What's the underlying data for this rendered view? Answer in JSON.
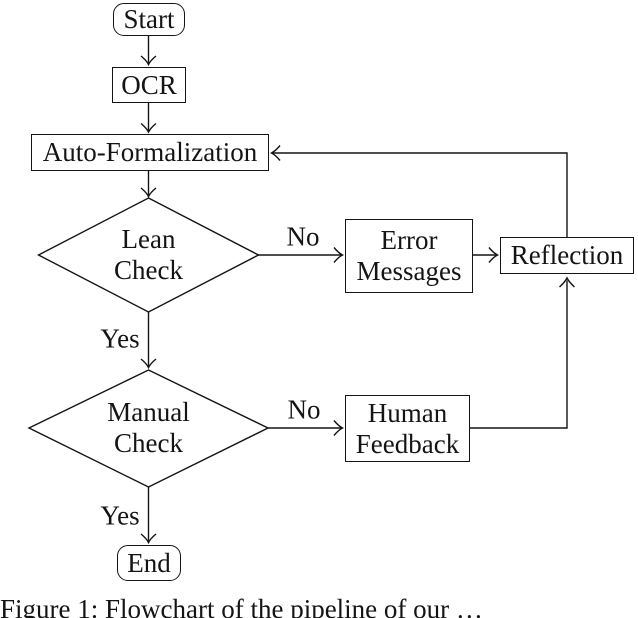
{
  "figure": {
    "type": "flowchart",
    "caption": "Figure 1:  Flowchart of the pipeline of our …"
  },
  "nodes": {
    "start": {
      "label": "Start",
      "shape": "rounded-rect"
    },
    "ocr": {
      "label": "OCR",
      "shape": "rect"
    },
    "autoformalization": {
      "label": "Auto-Formalization",
      "shape": "rect"
    },
    "lean_check": {
      "label": "Lean\nCheck",
      "shape": "diamond"
    },
    "error_messages": {
      "label": "Error\nMessages",
      "shape": "rect"
    },
    "reflection": {
      "label": "Reflection",
      "shape": "rect"
    },
    "manual_check": {
      "label": "Manual\nCheck",
      "shape": "diamond"
    },
    "human_feedback": {
      "label": "Human\nFeedback",
      "shape": "rect"
    },
    "end": {
      "label": "End",
      "shape": "rounded-rect"
    }
  },
  "edge_labels": {
    "lean_no": "No",
    "lean_yes": "Yes",
    "manual_no": "No",
    "manual_yes": "Yes"
  },
  "edges": [
    {
      "from": "Start",
      "to": "OCR",
      "label": ""
    },
    {
      "from": "OCR",
      "to": "Auto-Formalization",
      "label": ""
    },
    {
      "from": "Auto-Formalization",
      "to": "Lean Check",
      "label": ""
    },
    {
      "from": "Lean Check",
      "to": "Error Messages",
      "label": "No"
    },
    {
      "from": "Error Messages",
      "to": "Reflection",
      "label": ""
    },
    {
      "from": "Reflection",
      "to": "Auto-Formalization",
      "label": ""
    },
    {
      "from": "Lean Check",
      "to": "Manual Check",
      "label": "Yes"
    },
    {
      "from": "Manual Check",
      "to": "Human Feedback",
      "label": "No"
    },
    {
      "from": "Human Feedback",
      "to": "Reflection",
      "label": ""
    },
    {
      "from": "Manual Check",
      "to": "End",
      "label": "Yes"
    }
  ],
  "colors": {
    "stroke": "#141414",
    "text": "#141414",
    "background": "#ffffff"
  }
}
